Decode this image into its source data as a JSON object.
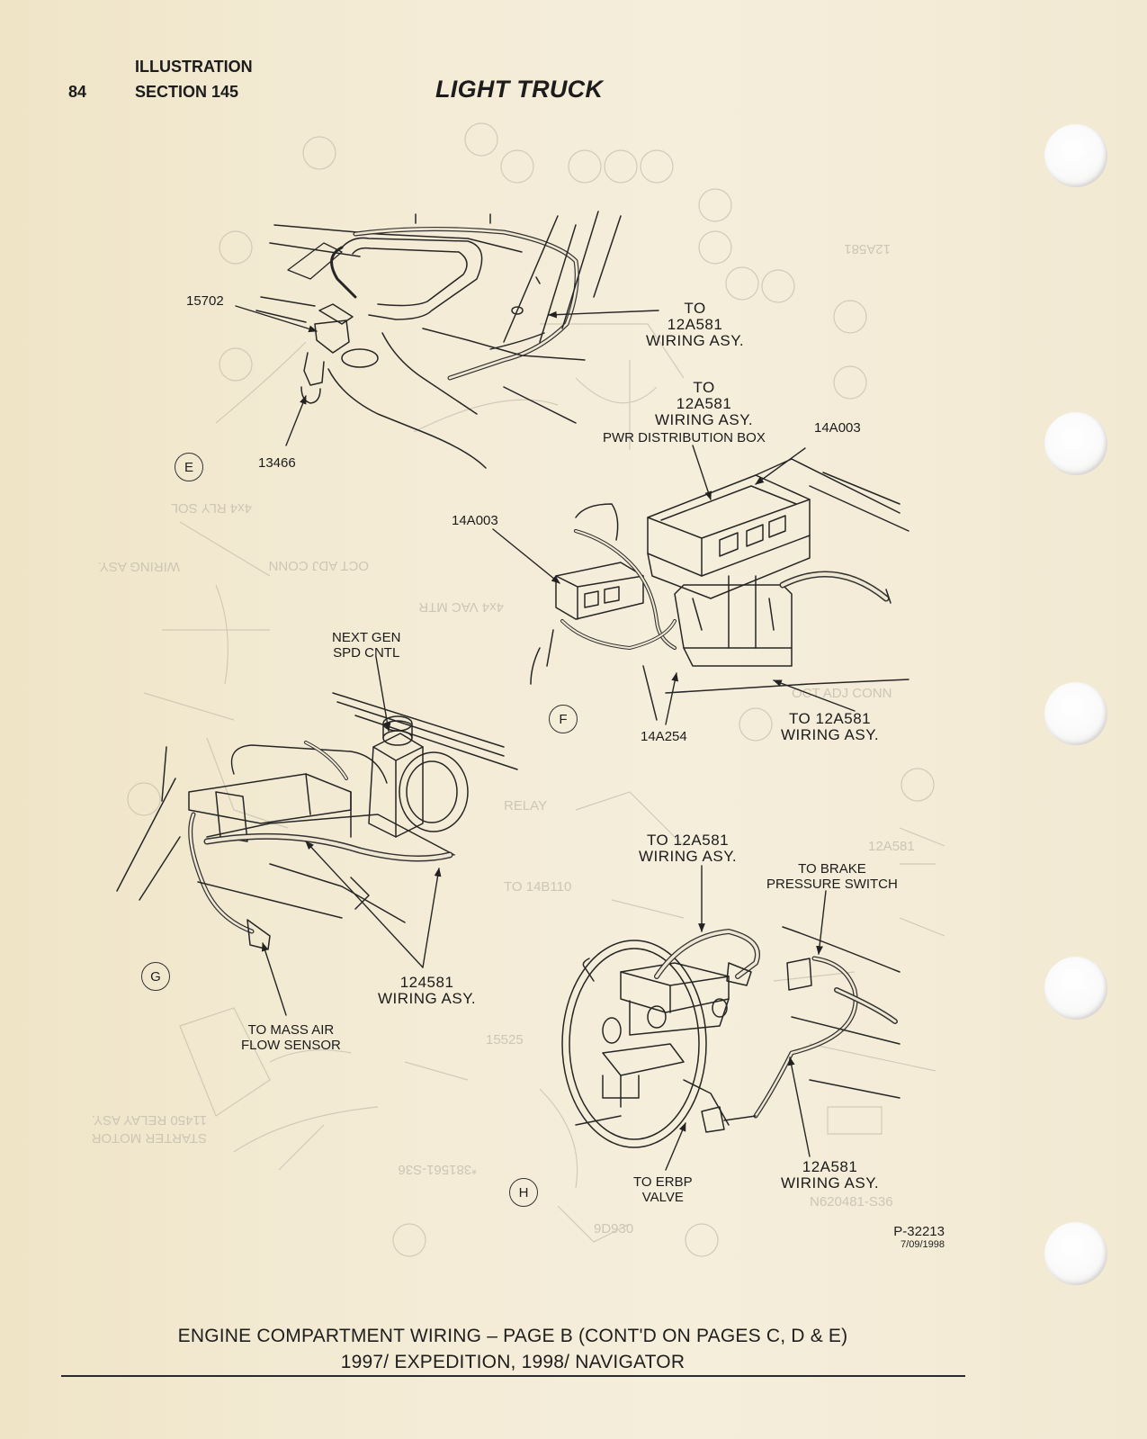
{
  "header": {
    "page_number": "84",
    "illustration": "ILLUSTRATION",
    "section": "SECTION 145",
    "title": "LIGHT TRUCK"
  },
  "views": {
    "e": "E",
    "f": "F",
    "g": "G",
    "h": "H"
  },
  "labels": {
    "part_15702": "15702",
    "part_13466": "13466",
    "to_12a581_e": "TO\n12A581\nWIRING ASY.",
    "to_12a581_f_top": "TO\n12A581\nWIRING ASY.",
    "pwr_distribution_box": "PWR DISTRIBUTION BOX",
    "part_14a003_right": "14A003",
    "part_14a003_left": "14A003",
    "part_14a254": "14A254",
    "to_12a581_f_bottom": "TO 12A581\nWIRING ASY.",
    "next_gen_spd_cntl": "NEXT GEN\nSPD CNTL",
    "wiring_124581": "124581\nWIRING ASY.",
    "to_mass_air_flow_sensor": "TO MASS AIR\nFLOW SENSOR",
    "to_12a581_h_top": "TO 12A581\nWIRING ASY.",
    "to_brake_pressure_switch": "TO BRAKE\nPRESSURE SWITCH",
    "wiring_12a581_h": "12A581\nWIRING ASY.",
    "to_erbp_valve": "TO ERBP\nVALVE"
  },
  "figure_ref": {
    "id": "P-32213",
    "date": "7/09/1998"
  },
  "caption": {
    "line1": "ENGINE COMPARTMENT WIRING – PAGE B (CONT'D ON PAGES C, D & E)",
    "line2": "1997/ EXPEDITION, 1998/ NAVIGATOR"
  }
}
